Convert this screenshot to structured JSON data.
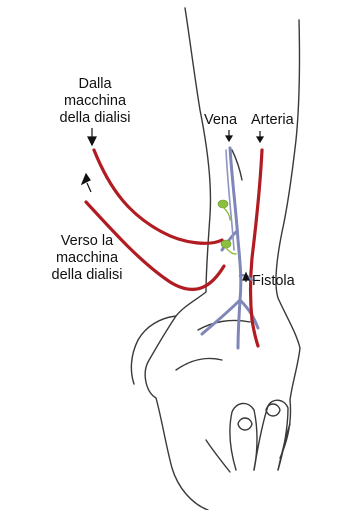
{
  "labels": {
    "from_machine": [
      "Dalla",
      "macchina",
      "della dialisi"
    ],
    "to_machine": [
      "Verso la",
      "macchina",
      "della dialisi"
    ],
    "vein": "Vena",
    "artery": "Arteria",
    "fistula": "Fistola"
  },
  "colors": {
    "outline": "#3a3a3a",
    "tube": "#b01c22",
    "vein": "#7f86b8",
    "artery": "#b01c22",
    "clamp": "#8cbf3f",
    "arrow": "#111111"
  }
}
